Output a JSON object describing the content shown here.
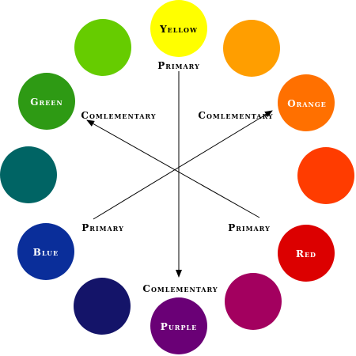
{
  "wheel": {
    "colors": [
      {
        "key": "yellow",
        "hex": "#ffff00",
        "label": "Yellow",
        "label_color": "#000000"
      },
      {
        "key": "yellow-orange",
        "hex": "#ff9e00",
        "label": "",
        "label_color": "#000000"
      },
      {
        "key": "orange",
        "hex": "#ff7000",
        "label": "Orange",
        "label_color": "#ffffff"
      },
      {
        "key": "red-orange",
        "hex": "#ff3c00",
        "label": "",
        "label_color": "#ffffff"
      },
      {
        "key": "red",
        "hex": "#dc0000",
        "label": "Red",
        "label_color": "#ffffff"
      },
      {
        "key": "red-purple",
        "hex": "#a3005f",
        "label": "",
        "label_color": "#ffffff"
      },
      {
        "key": "purple",
        "hex": "#6a0076",
        "label": "Purple",
        "label_color": "#ffffff"
      },
      {
        "key": "blue-purple",
        "hex": "#141469",
        "label": "",
        "label_color": "#ffffff"
      },
      {
        "key": "blue",
        "hex": "#0a2e9a",
        "label": "Blue",
        "label_color": "#ffffff"
      },
      {
        "key": "blue-green",
        "hex": "#006464",
        "label": "",
        "label_color": "#ffffff"
      },
      {
        "key": "green",
        "hex": "#2e9a14",
        "label": "Green",
        "label_color": "#ffffff"
      },
      {
        "key": "yellow-green",
        "hex": "#66cc00",
        "label": "",
        "label_color": "#ffffff"
      }
    ],
    "axis_labels": {
      "primary_top": "Primary",
      "primary_left": "Primary",
      "primary_right": "Primary",
      "complementary_left": "Comlementary",
      "complementary_right": "Comlementary",
      "complementary_bottom": "Comlementary"
    },
    "arrow_color": "#000000"
  }
}
